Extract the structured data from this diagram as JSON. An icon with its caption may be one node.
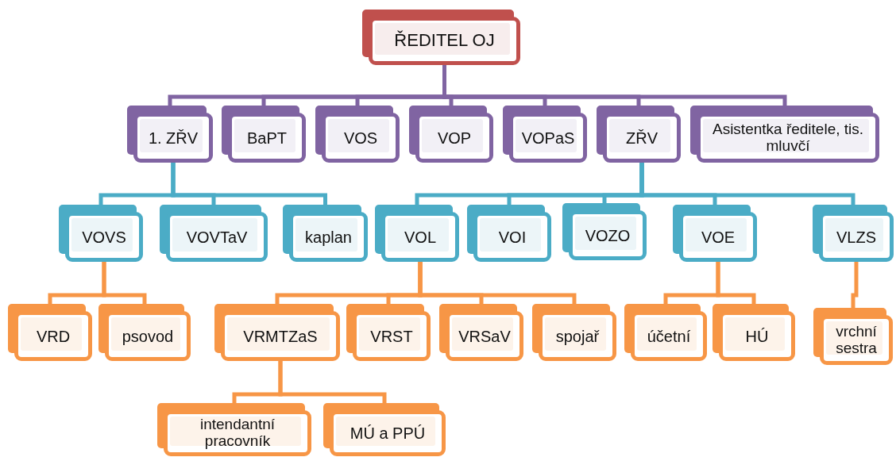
{
  "diagram": {
    "nodes": [
      {
        "text": [
          "ŘEDITEL OJ"
        ]
      },
      {
        "text": [
          "1. ZŘV"
        ]
      },
      {
        "text": [
          "BaPT"
        ]
      },
      {
        "text": [
          "VOS"
        ]
      },
      {
        "text": [
          "VOP"
        ]
      },
      {
        "text": [
          "VOPaS"
        ]
      },
      {
        "text": [
          "ZŘV"
        ]
      },
      {
        "text": [
          "Asistentka ředitele, tis. mluvčí"
        ]
      },
      {
        "text": [
          "VOVS"
        ]
      },
      {
        "text": [
          "VOVTaV"
        ]
      },
      {
        "text": [
          "kaplan"
        ]
      },
      {
        "text": [
          "VOL"
        ]
      },
      {
        "text": [
          "VOI"
        ]
      },
      {
        "text": [
          "VOZO"
        ]
      },
      {
        "text": [
          "VOE"
        ]
      },
      {
        "text": [
          "VLZS"
        ]
      },
      {
        "text": [
          "VRD"
        ]
      },
      {
        "text": [
          "psovod"
        ]
      },
      {
        "text": [
          "VRMTZaS"
        ]
      },
      {
        "text": [
          "VRST"
        ]
      },
      {
        "text": [
          "VRSaV"
        ]
      },
      {
        "text": [
          "spojař"
        ]
      },
      {
        "text": [
          "účetní"
        ]
      },
      {
        "text": [
          "HÚ"
        ]
      },
      {
        "text": [
          "vrchní sestra"
        ]
      },
      {
        "text": [
          "intendantní pracovník"
        ]
      },
      {
        "text": [
          "MÚ a PPÚ"
        ]
      }
    ],
    "edges": [
      {
        "from": 0,
        "to": 1,
        "arrow": "none",
        "color": "#8064a2"
      },
      {
        "from": 0,
        "to": 2,
        "arrow": "none",
        "color": "#8064a2"
      },
      {
        "from": 0,
        "to": 3,
        "arrow": "none",
        "color": "#8064a2"
      },
      {
        "from": 0,
        "to": 4,
        "arrow": "none",
        "color": "#8064a2"
      },
      {
        "from": 0,
        "to": 5,
        "arrow": "none",
        "color": "#8064a2"
      },
      {
        "from": 0,
        "to": 6,
        "arrow": "none",
        "color": "#8064a2"
      },
      {
        "from": 0,
        "to": 7,
        "arrow": "none",
        "color": "#8064a2"
      },
      {
        "from": 1,
        "to": 8,
        "arrow": "none",
        "color": "#4bacc6"
      },
      {
        "from": 1,
        "to": 9,
        "arrow": "none",
        "color": "#4bacc6"
      },
      {
        "from": 1,
        "to": 10,
        "arrow": "none",
        "color": "#4bacc6"
      },
      {
        "from": 6,
        "to": 11,
        "arrow": "none",
        "color": "#4bacc6"
      },
      {
        "from": 6,
        "to": 12,
        "arrow": "none",
        "color": "#4bacc6"
      },
      {
        "from": 6,
        "to": 13,
        "arrow": "none",
        "color": "#4bacc6"
      },
      {
        "from": 6,
        "to": 14,
        "arrow": "none",
        "color": "#4bacc6"
      },
      {
        "from": 6,
        "to": 15,
        "arrow": "none",
        "color": "#4bacc6"
      },
      {
        "from": 8,
        "to": 16,
        "arrow": "none"
      },
      {
        "from": 8,
        "to": 17,
        "arrow": "none"
      },
      {
        "from": 11,
        "to": 18,
        "arrow": "none"
      },
      {
        "from": 11,
        "to": 19,
        "arrow": "none"
      },
      {
        "from": 11,
        "to": 20,
        "arrow": "none"
      },
      {
        "from": 11,
        "to": 21,
        "arrow": "none"
      },
      {
        "from": 14,
        "to": 22,
        "arrow": "none"
      },
      {
        "from": 14,
        "to": 23,
        "arrow": "none"
      },
      {
        "from": 15,
        "to": 24,
        "arrow": "none"
      },
      {
        "from": 18,
        "to": 25,
        "arrow": "none"
      },
      {
        "from": 18,
        "to": 26,
        "arrow": "none"
      }
    ]
  }
}
